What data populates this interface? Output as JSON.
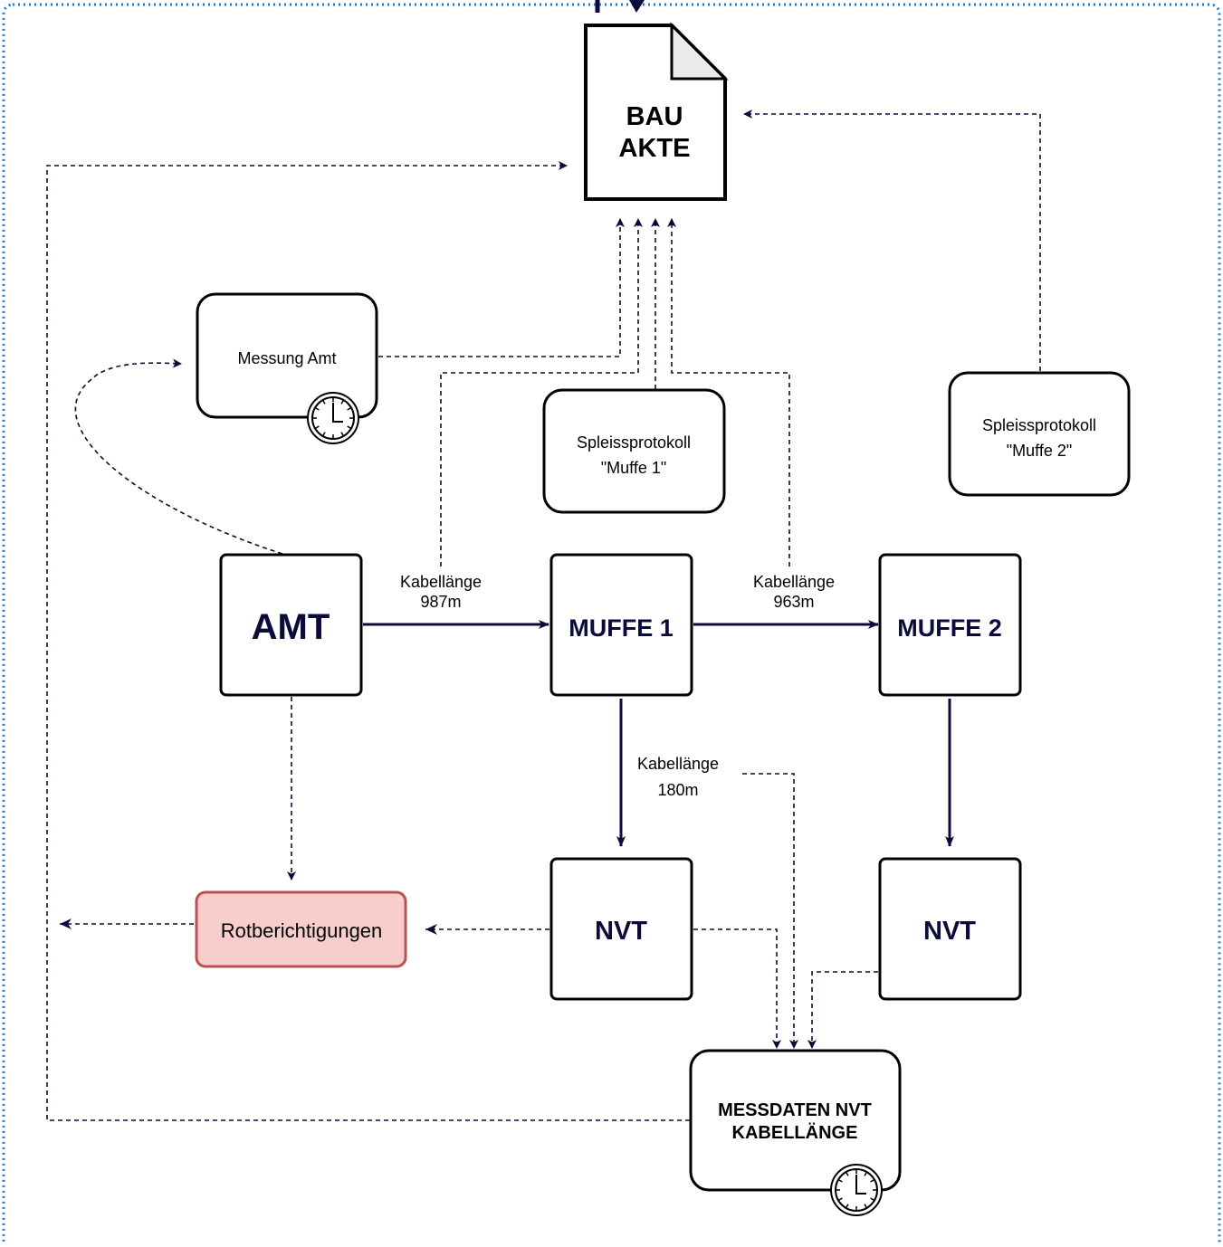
{
  "colors": {
    "navy": "#0b0b3b",
    "frame": "#1e7ad6",
    "box_border": "#000000",
    "red_fill": "#f8cecc",
    "red_border": "#b85450"
  },
  "document": {
    "line1": "BAU",
    "line2": "AKTE",
    "icon": "document-icon"
  },
  "nodes": {
    "amt": "AMT",
    "muffe1": "MUFFE 1",
    "muffe2": "MUFFE 2",
    "nvt1": "NVT",
    "nvt2": "NVT"
  },
  "tasks": {
    "messung_amt": "Messung Amt",
    "spleiss1_line1": "Spleissprotokoll",
    "spleiss1_line2": "\"Muffe 1\"",
    "spleiss2_line1": "Spleissprotokoll",
    "spleiss2_line2": "\"Muffe 2\"",
    "messdaten_line1": "MESSDATEN NVT",
    "messdaten_line2": "KABELLÄNGE",
    "rotberichtigungen": "Rotberichtigungen",
    "timer_icon": "clock-icon"
  },
  "labels": {
    "edge1_line1": "Kabellänge",
    "edge1_line2": "987m",
    "edge2_line1": "Kabellänge",
    "edge2_line2": "963m",
    "edge3_line1": "Kabellänge",
    "edge3_line2": "180m"
  }
}
